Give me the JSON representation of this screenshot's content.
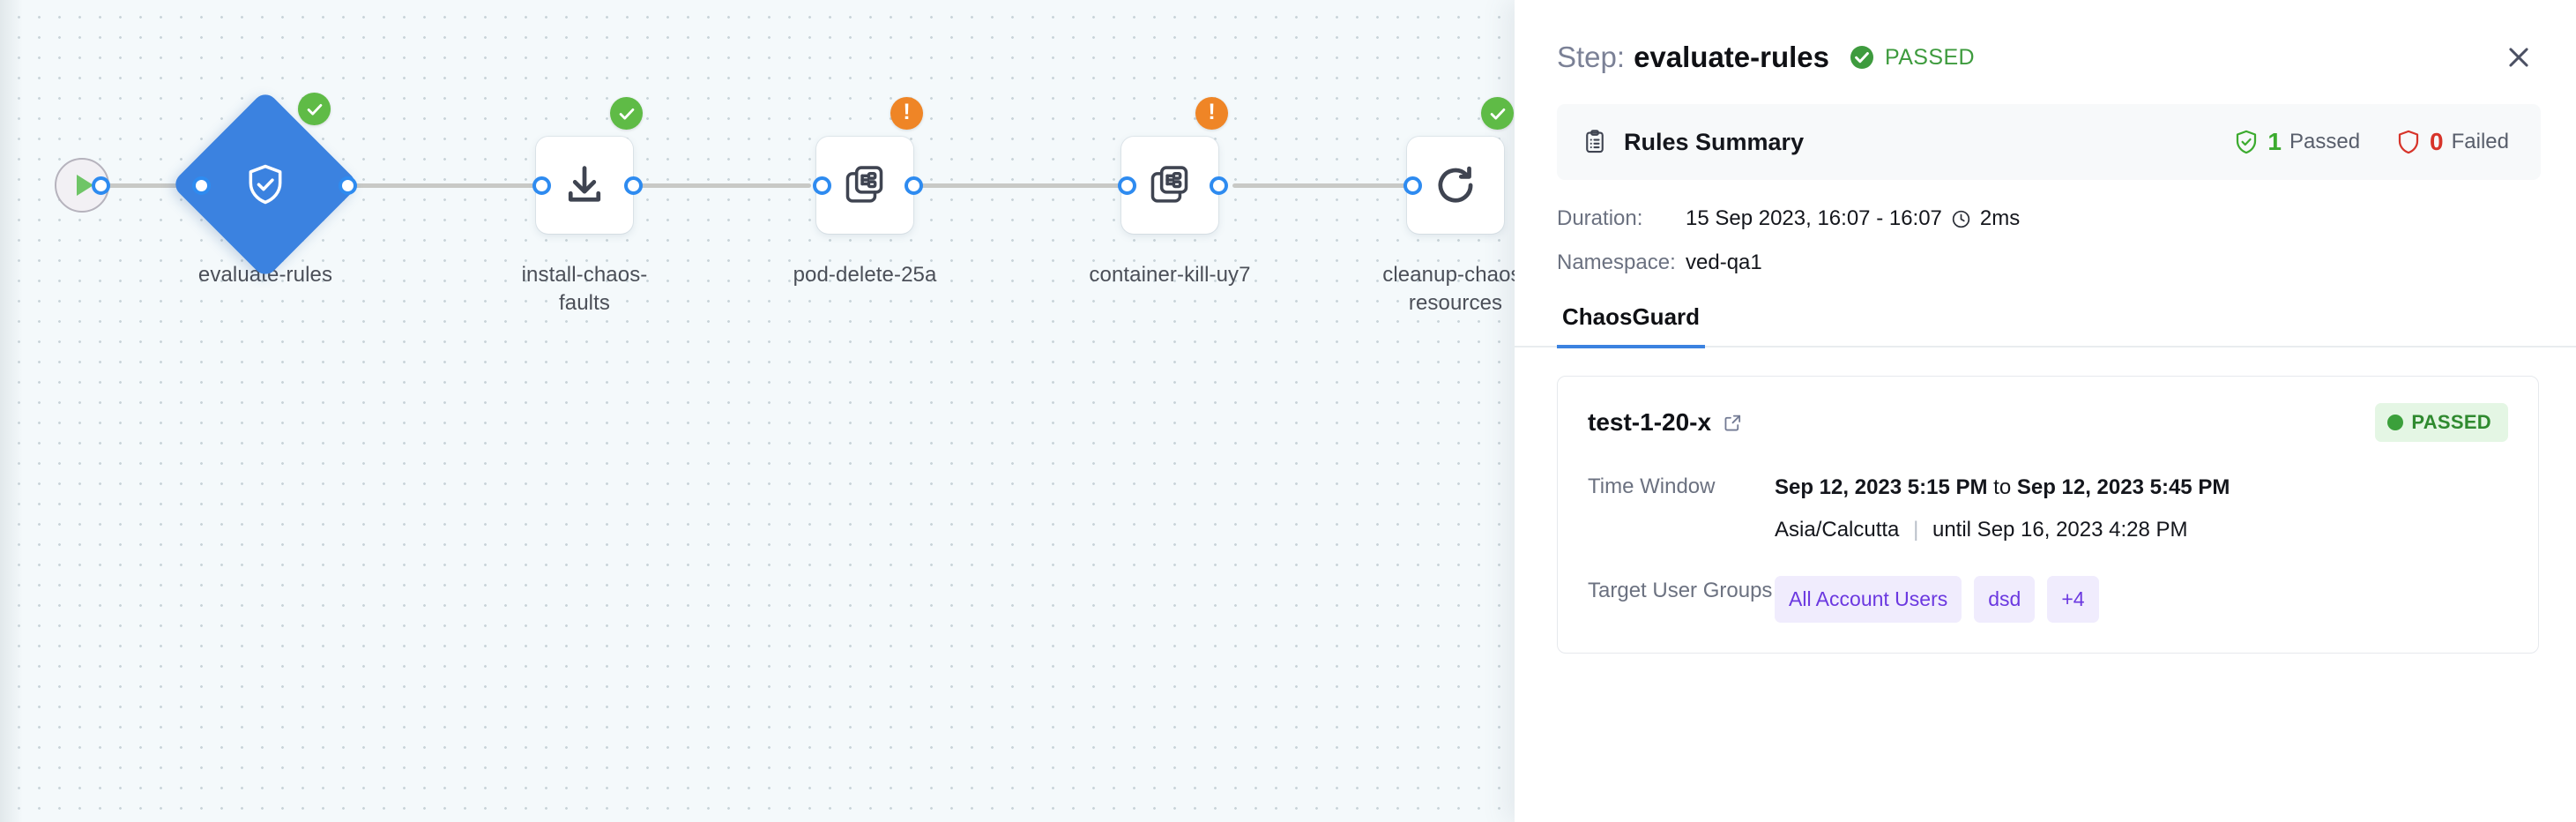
{
  "canvas": {
    "start_node": {
      "icon": "play-icon"
    },
    "nodes": [
      {
        "label": "evaluate-rules",
        "icon": "shield-check-icon",
        "shape": "diamond",
        "status": "success"
      },
      {
        "label": "install-chaos-\nfaults",
        "icon": "download-icon",
        "shape": "square",
        "status": "success"
      },
      {
        "label": "pod-delete-25a",
        "icon": "chaos-fault-icon",
        "shape": "square",
        "status": "warning"
      },
      {
        "label": "container-kill-uy7",
        "icon": "chaos-fault-icon",
        "shape": "square",
        "status": "warning"
      },
      {
        "label": "cleanup-chaos-\nresources",
        "icon": "refresh-icon",
        "shape": "square",
        "status": "success"
      }
    ]
  },
  "panel": {
    "title_prefix": "Step:",
    "title": "evaluate-rules",
    "status_text": "PASSED",
    "status_icon": "check-circle-icon",
    "close_icon": "close-icon",
    "rules_summary": {
      "icon": "clipboard-icon",
      "title": "Rules Summary",
      "passed_count": "1",
      "passed_label": "Passed",
      "passed_icon": "shield-check-icon",
      "failed_count": "0",
      "failed_label": "Failed",
      "failed_icon": "shield-outline-icon"
    },
    "meta": [
      {
        "key": "Duration:",
        "value": "15 Sep 2023, 16:07 - 16:07",
        "extra": "2ms",
        "icon": "clock-icon"
      },
      {
        "key": "Namespace:",
        "value": "ved-qa1",
        "extra": "",
        "icon": ""
      }
    ],
    "tabs": [
      {
        "label": "ChaosGuard",
        "active": true
      }
    ],
    "test_card": {
      "name": "test-1-20-x",
      "link_icon": "external-link-icon",
      "status": "PASSED",
      "rows": [
        {
          "key": "Time Window",
          "from": "Sep 12, 2023 5:15 PM",
          "joiner": "to",
          "until": "Sep 12, 2023 5:45 PM",
          "timezone": "Asia/Calcutta",
          "valid_until": "until Sep 16, 2023 4:28 PM"
        },
        {
          "key": "Target User Groups",
          "chips": [
            "All Account Users",
            "dsd",
            "+4"
          ]
        }
      ]
    }
  },
  "colors": {
    "accent_blue": "#3b82e0",
    "success_green": "#5fbb46",
    "warning_orange": "#ef8526",
    "fail_red": "#d7342a",
    "chip_purple": "#6b38e0",
    "canvas_bg": "#f4f9fb"
  }
}
